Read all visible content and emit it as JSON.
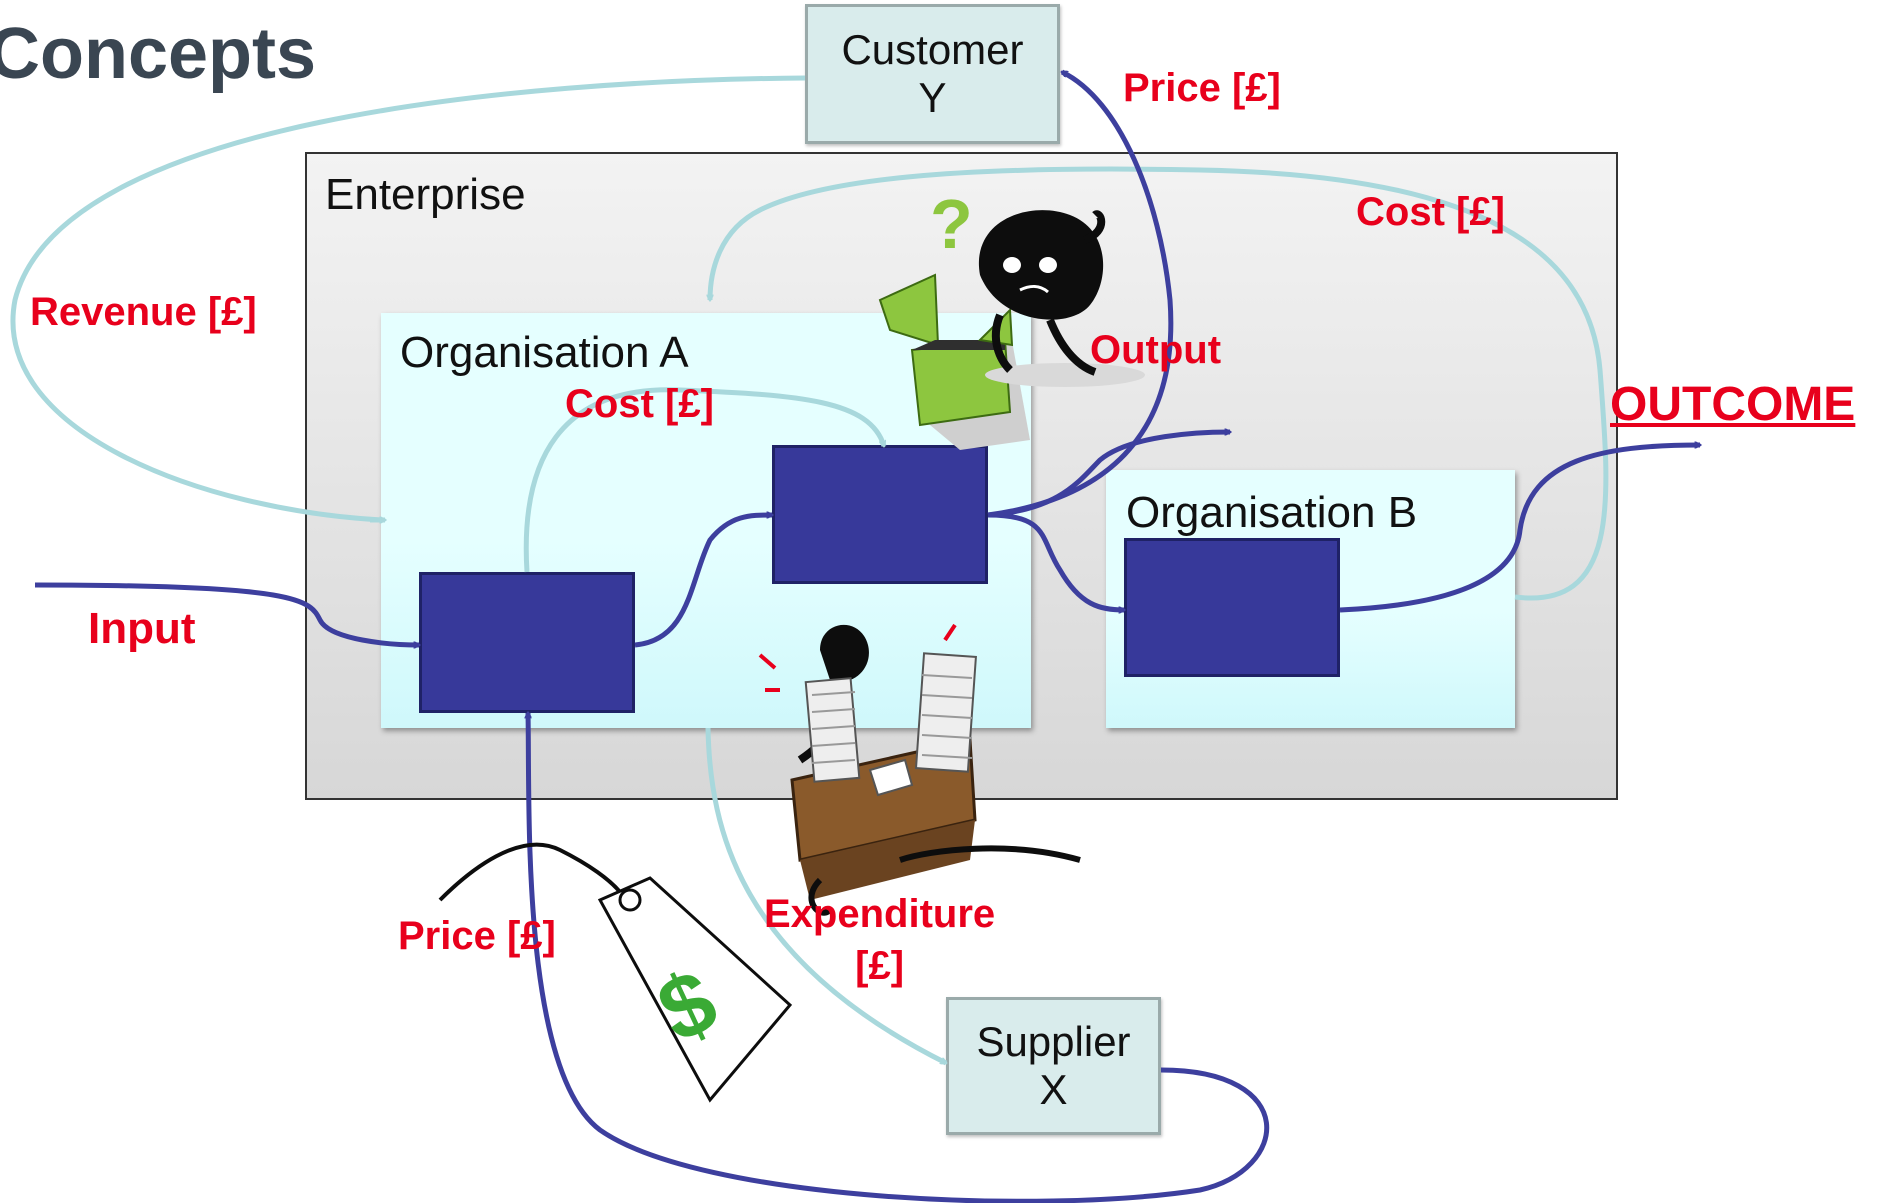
{
  "title": "Concepts",
  "enterprise": {
    "label": "Enterprise"
  },
  "organisations": {
    "a": "Organisation A",
    "b": "Organisation B"
  },
  "customer": {
    "line1": "Customer",
    "line2": "Y"
  },
  "supplier": {
    "line1": "Supplier",
    "line2": "X"
  },
  "labels": {
    "price_customer": "Price [£]",
    "cost_right": "Cost [£]",
    "revenue": "Revenue [£]",
    "output": "Output",
    "cost_a": "Cost [£]",
    "outcome": "OUTCOME",
    "input": "Input",
    "price_supplier": "Price [£]",
    "expenditure_line1": "Expenditure",
    "expenditure_line2": "[£]"
  },
  "colors": {
    "flow_arrow": "#3d3f9e",
    "money_arrow": "#a8d8dc",
    "label_red": "#e8001c",
    "process_box": "#37399a"
  },
  "icons": [
    "confused-character-icon",
    "question-mark-icon",
    "open-box-icon",
    "stressed-worker-icon",
    "price-tag-icon"
  ]
}
